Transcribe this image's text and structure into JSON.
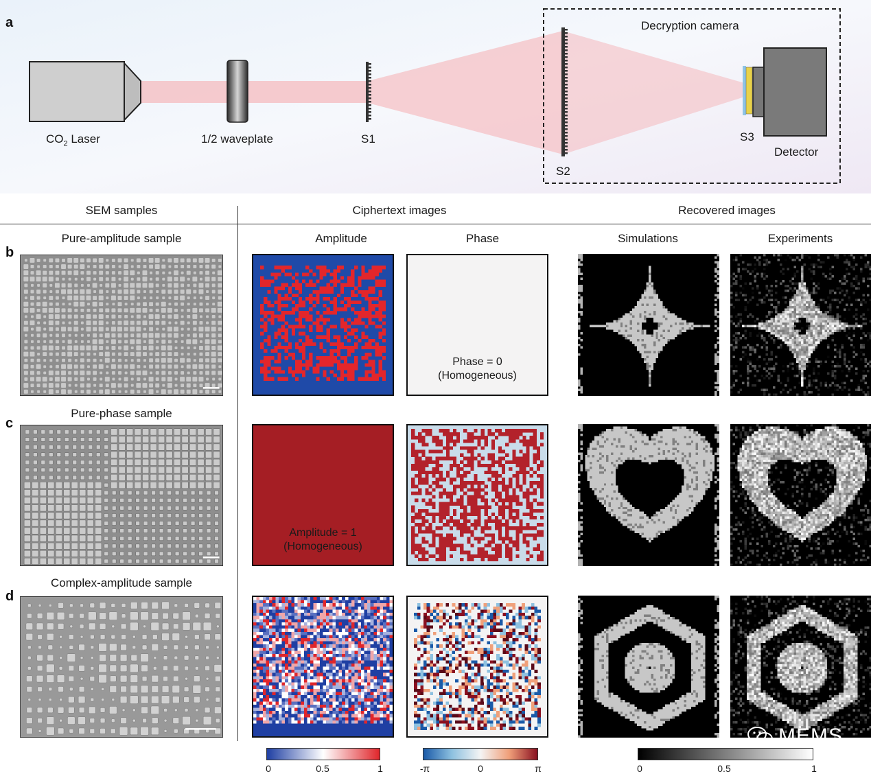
{
  "panels": {
    "a": "a",
    "b": "b",
    "c": "c",
    "d": "d"
  },
  "setup": {
    "laser_label_main": "CO",
    "laser_label_sub": "2",
    "laser_label_rest": " Laser",
    "waveplate_label": "1/2 waveplate",
    "s1_label": "S1",
    "s2_label": "S2",
    "s3_label": "S3",
    "detector_label": "Detector",
    "camera_box_label": "Decryption camera"
  },
  "section_headers": {
    "sem": "SEM samples",
    "cipher": "Ciphertext images",
    "recovered": "Recovered images"
  },
  "column_headers": {
    "amplitude": "Amplitude",
    "phase": "Phase",
    "simulations": "Simulations",
    "experiments": "Experiments"
  },
  "rows": {
    "b": {
      "sample_title": "Pure-amplitude sample"
    },
    "c": {
      "sample_title": "Pure-phase sample"
    },
    "d": {
      "sample_title": "Complex-amplitude sample"
    }
  },
  "overlays": {
    "phase_line1": "Phase = 0",
    "phase_line2": "(Homogeneous)",
    "amp_line1": "Amplitude = 1",
    "amp_line2": "(Homogeneous)"
  },
  "colorbars": {
    "amplitude": {
      "ticks": [
        "0",
        "0.5",
        "1"
      ],
      "colors": [
        "#1f3fa3",
        "#ffffff",
        "#e0262b"
      ]
    },
    "phase": {
      "ticks": [
        "-π",
        "0",
        "π"
      ],
      "colors": [
        "#1a5aa8",
        "#f4f4f4",
        "#8a1020"
      ]
    },
    "intensity": {
      "ticks": [
        "0",
        "0.5",
        "1"
      ],
      "colors": [
        "#000000",
        "#ffffff"
      ]
    }
  },
  "watermark": "MEMS",
  "colors": {
    "beam": "#f5c2c6",
    "amp_blue": "#1f4aa8",
    "amp_red": "#e3262b",
    "homog_red": "#a51e24",
    "phase_light": "#c9dcea",
    "phase_red": "#b3222b"
  }
}
